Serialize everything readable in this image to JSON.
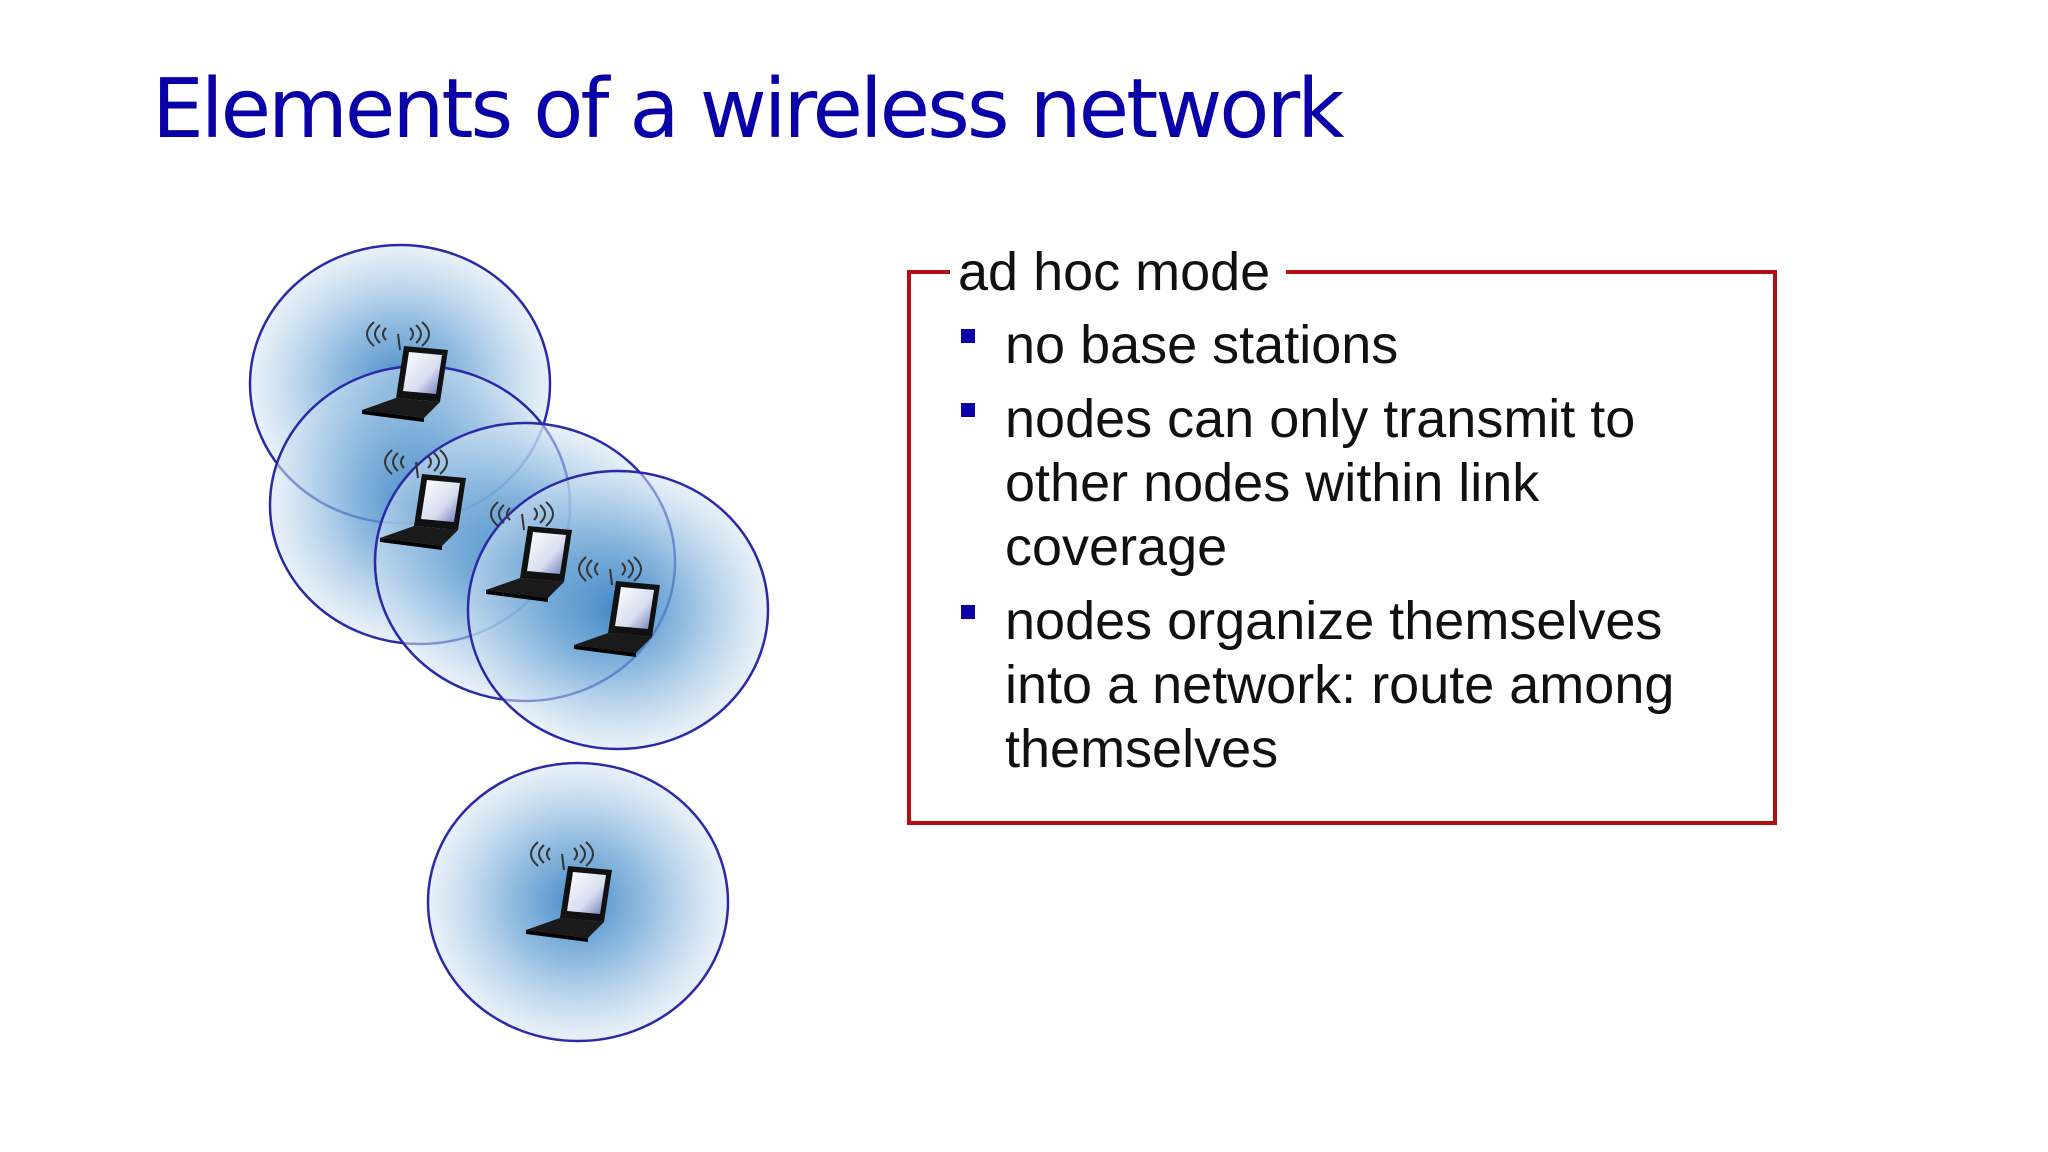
{
  "slide": {
    "title": "Elements of a wireless network"
  },
  "info_box": {
    "heading": "ad hoc mode",
    "bullets": [
      "no base stations",
      "nodes can only transmit to other nodes within link coverage",
      "nodes organize themselves into a network: route among themselves"
    ]
  },
  "colors": {
    "title": "#0a00a8",
    "box_border": "#b50d14",
    "bullet_marker": "#0a00a8",
    "circle_stroke": "#2a2aa8",
    "circle_fill_center": "#3f86c6"
  },
  "diagram": {
    "nodes": [
      {
        "icon": "laptop-icon",
        "signal_icon": "wireless-signal-icon"
      },
      {
        "icon": "laptop-icon",
        "signal_icon": "wireless-signal-icon"
      },
      {
        "icon": "laptop-icon",
        "signal_icon": "wireless-signal-icon"
      },
      {
        "icon": "laptop-icon",
        "signal_icon": "wireless-signal-icon"
      },
      {
        "icon": "laptop-icon",
        "signal_icon": "wireless-signal-icon"
      }
    ]
  }
}
